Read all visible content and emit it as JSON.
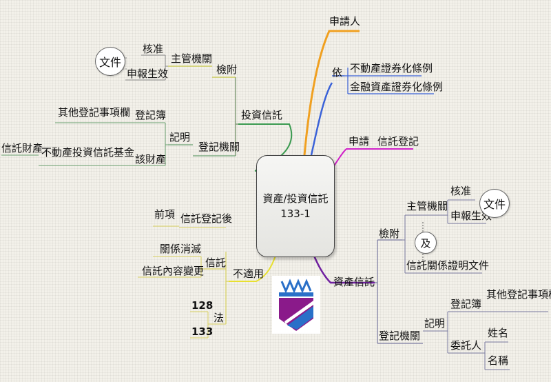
{
  "center": {
    "line1": "資產/投資信託",
    "line2": "133-1"
  },
  "applicant": "申請人",
  "basis": {
    "label": "依",
    "law1": "不動產證券化條例",
    "law2": "金融資產證券化條例"
  },
  "apply": {
    "label": "申請",
    "item": "信託登記"
  },
  "investment_trust": {
    "label": "投資信託",
    "attach": "檢附",
    "authority": "主管機關",
    "approve": "核准",
    "report": "申報生效",
    "document": "文件",
    "registry_office": "登記機關",
    "note": "記明",
    "register_book": "登記簿",
    "other_items": "其他登記事項欄",
    "property": "該財產",
    "fund": "不動產投資信託基金",
    "trust_property": "信託財產"
  },
  "not_applicable": {
    "label": "不適用",
    "trust": "信託",
    "after_registration": "信託登記後",
    "preceding": "前項",
    "relation_ended": "關係消滅",
    "content_changed": "信託內容變更",
    "law": "法",
    "art128": "128",
    "art133": "133"
  },
  "asset_trust": {
    "label": "資產信託",
    "attach": "檢附",
    "authority": "主管機關",
    "approve": "核准",
    "report": "申報生效",
    "document": "文件",
    "and": "及",
    "relation_proof": "信託關係證明文件",
    "registry_office": "登記機關",
    "note": "記明",
    "register_book": "登記簿",
    "other_items": "其他登記事項欄",
    "trustor": "委託人",
    "name": "姓名",
    "title": "名稱"
  },
  "colors": {
    "applicant_branch": "#f0a020",
    "basis_branch": "#3a62d8",
    "apply_branch": "#d020c8",
    "investment_branch": "#3a9a50",
    "not_applicable_branch": "#e8e030",
    "asset_branch": "#7020a0",
    "logo_purple": "#8a1a8a",
    "logo_blue": "#2a70c8"
  }
}
